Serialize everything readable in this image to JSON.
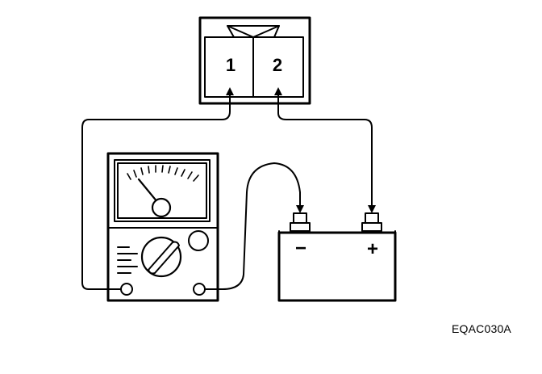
{
  "connector": {
    "pin1_label": "1",
    "pin2_label": "2"
  },
  "battery": {
    "negative_label": "−",
    "positive_label": "+"
  },
  "figure_code": "EQAC030A",
  "colors": {
    "ink": "#000000",
    "background": "#ffffff"
  }
}
